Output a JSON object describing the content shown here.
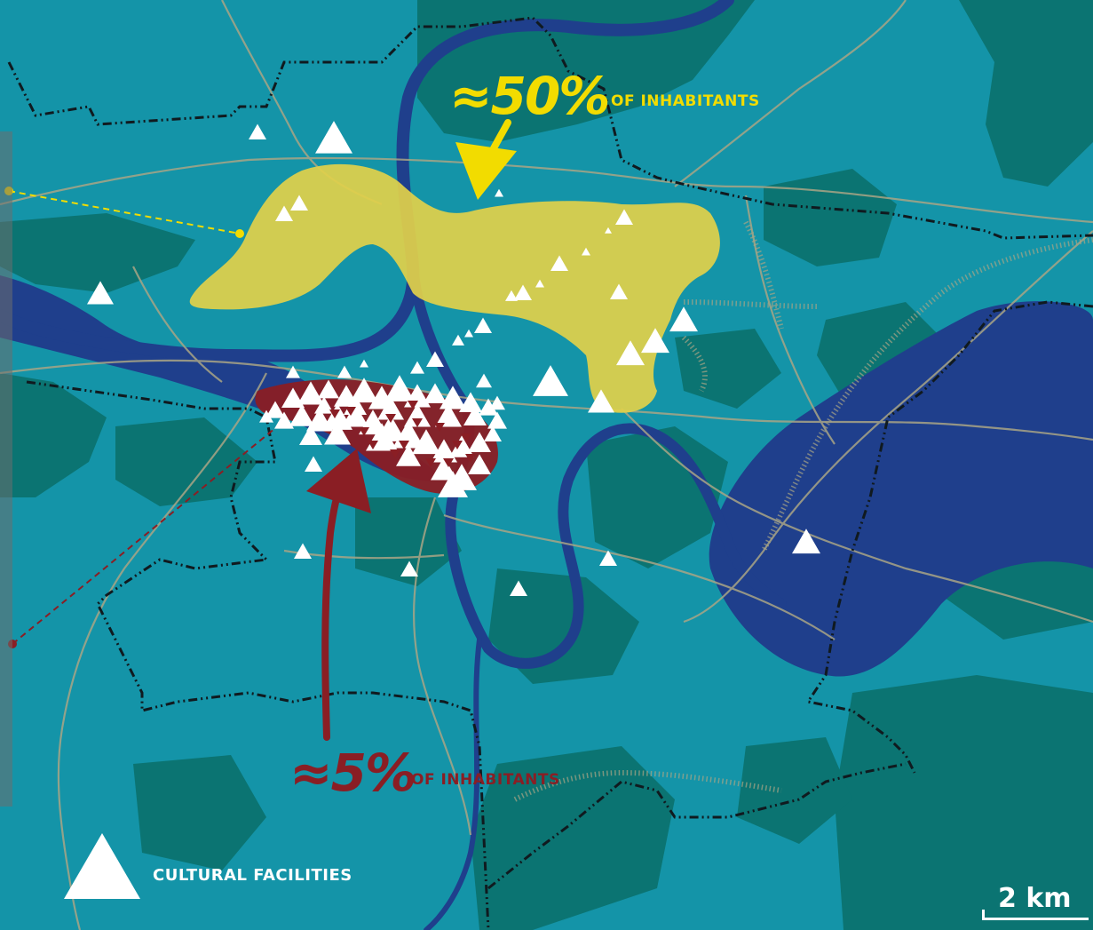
{
  "callouts": {
    "north": {
      "value": "≈50%",
      "suffix": "OF INHABITANTS",
      "color": "#f2dc00"
    },
    "center": {
      "value": "≈5%",
      "suffix": "OF INHABITANTS",
      "color": "#8a1e24"
    }
  },
  "legend": {
    "items": [
      {
        "icon": "white-triangle-icon",
        "label": "CULTURAL FACILITIES"
      }
    ]
  },
  "scale": {
    "label": "2 km"
  },
  "colors": {
    "background": "#1494a8",
    "land_dark": "#0a7070",
    "water": "#1f3f8c",
    "highlight_yellow": "#e2d04a",
    "highlight_red": "#8a1e24",
    "facility": "#ffffff"
  }
}
